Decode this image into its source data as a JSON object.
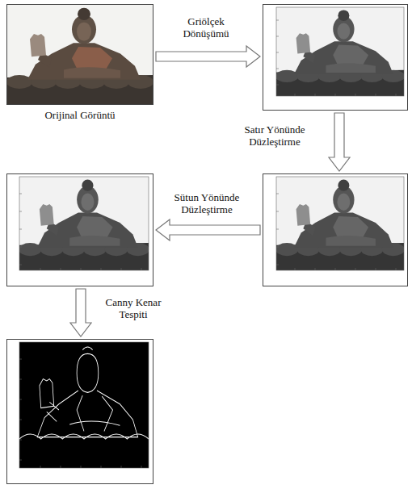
{
  "diagram": {
    "nodes": [
      {
        "text": [
          "Orijinal Görüntü"
        ]
      },
      {
        "text": []
      },
      {
        "text": []
      },
      {
        "text": []
      },
      {
        "text": []
      }
    ],
    "edges": [
      {
        "from": 0,
        "to": 1,
        "arrow": "to",
        "label": "Griölçek Dönüşümü"
      },
      {
        "from": 1,
        "to": 2,
        "arrow": "to",
        "label": "Satır Yönünde Düzleştirme"
      },
      {
        "from": 2,
        "to": 3,
        "arrow": "to",
        "label": "Sütun Yönünde Düzleştirme"
      },
      {
        "from": 3,
        "to": 4,
        "arrow": "to",
        "label": "Canny Kenar Tespiti"
      }
    ]
  }
}
